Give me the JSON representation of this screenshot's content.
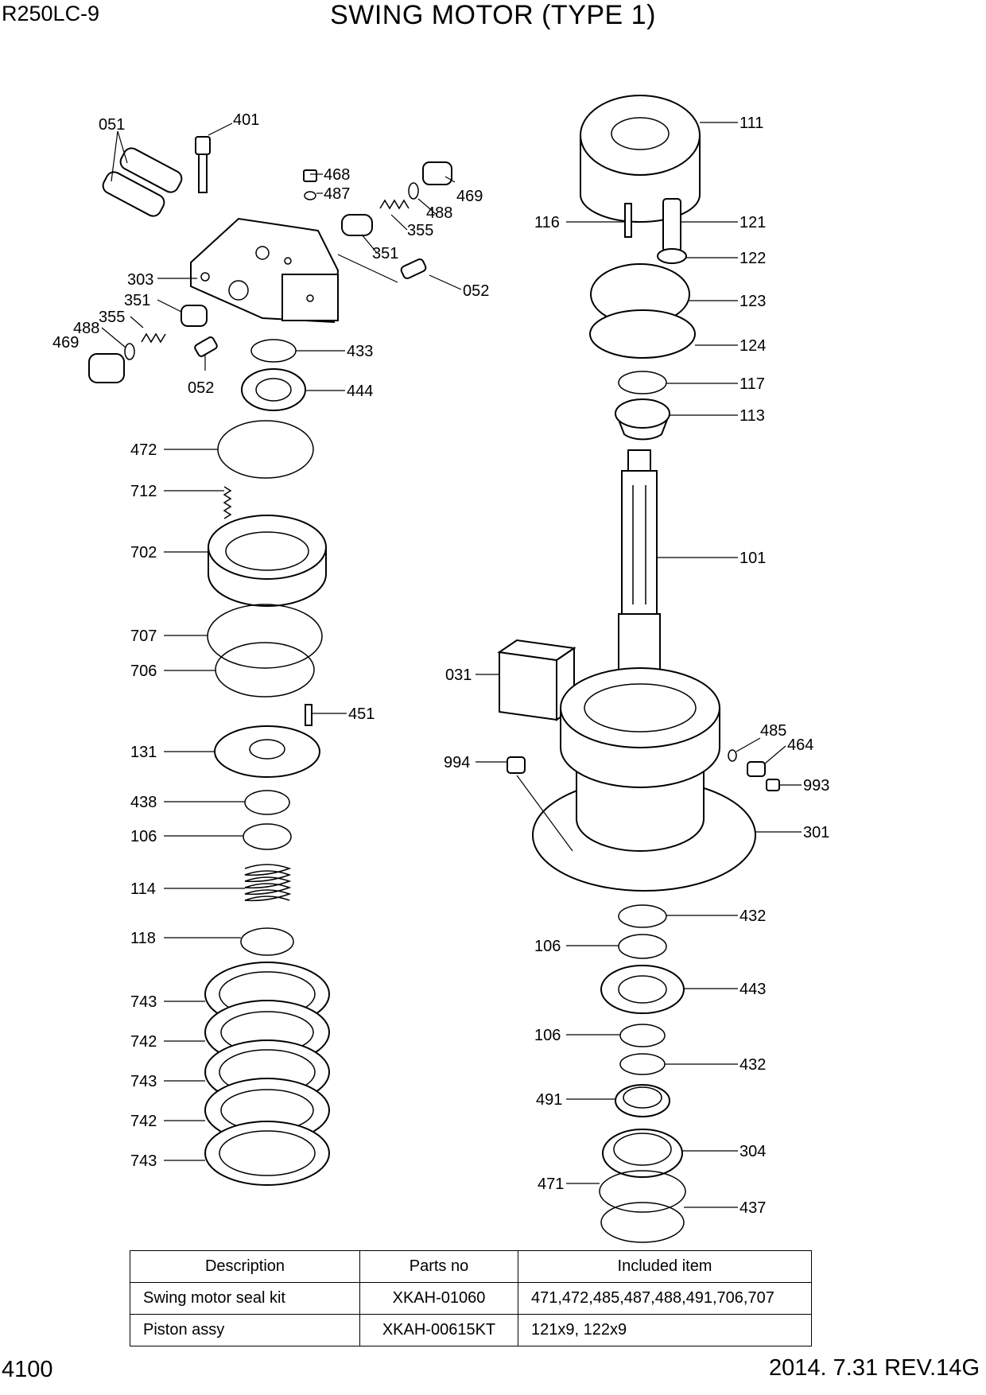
{
  "header": {
    "model": "R250LC-9",
    "title": "SWING MOTOR (TYPE 1)"
  },
  "footer": {
    "page_number": "4100",
    "revision": "2014. 7.31  REV.14G"
  },
  "labels": [
    "401",
    "051",
    "468",
    "487",
    "469",
    "488",
    "355",
    "351",
    "052",
    "303",
    "351",
    "355",
    "488",
    "469",
    "052",
    "433",
    "444",
    "472",
    "712",
    "702",
    "707",
    "706",
    "451",
    "131",
    "438",
    "106",
    "114",
    "118",
    "743",
    "742",
    "743",
    "742",
    "743",
    "111",
    "116",
    "121",
    "122",
    "123",
    "124",
    "117",
    "113",
    "101",
    "031",
    "485",
    "464",
    "994",
    "993",
    "301",
    "432",
    "106",
    "443",
    "106",
    "432",
    "491",
    "304",
    "471",
    "437"
  ],
  "table": {
    "headers": [
      "Description",
      "Parts no",
      "Included item"
    ],
    "rows": [
      [
        "Swing motor seal kit",
        "XKAH-01060",
        "471,472,485,487,488,491,706,707"
      ],
      [
        "Piston assy",
        "XKAH-00615KT",
        "121x9, 122x9"
      ]
    ]
  }
}
